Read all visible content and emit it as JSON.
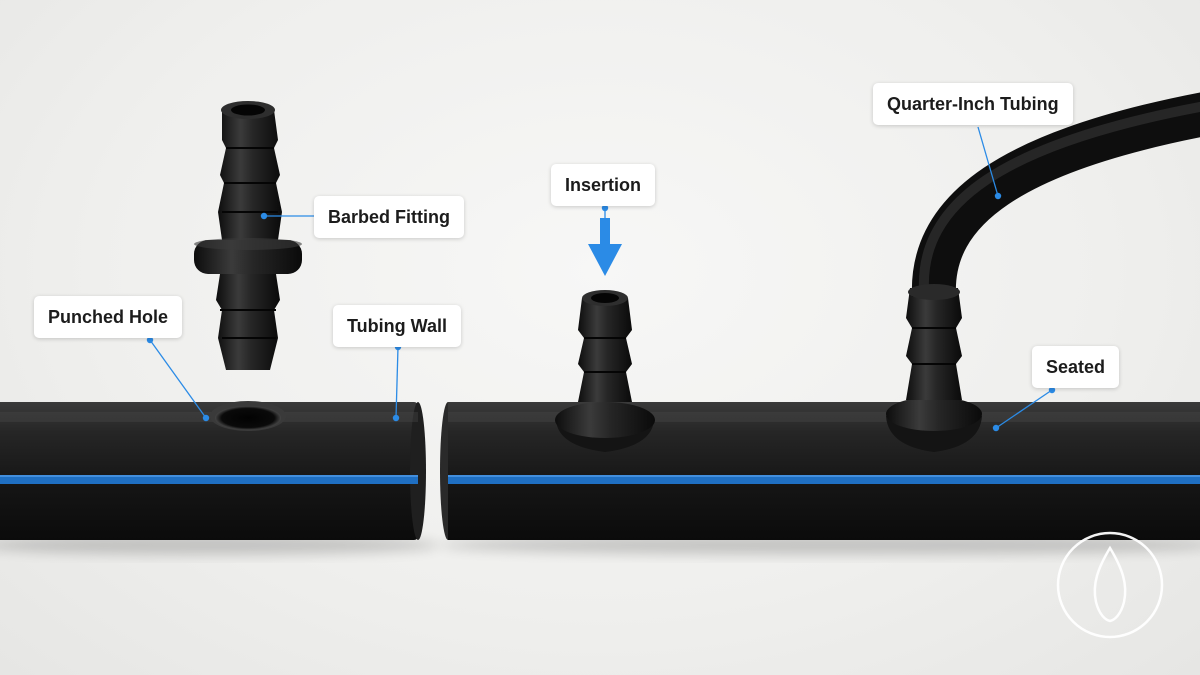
{
  "labels": {
    "barbed_fitting": "Barbed Fitting",
    "punched_hole": "Punched Hole",
    "tubing_wall": "Tubing Wall",
    "insertion": "Insertion",
    "quarter_inch_tubing": "Quarter-Inch Tubing",
    "seated": "Seated"
  },
  "icons": [
    "down-arrow-icon",
    "drop-logo-icon"
  ],
  "colors": {
    "tubing": "#1b1b1b",
    "stripe": "#1f6fc2",
    "accent": "#2b8be6",
    "background": "#efefed"
  }
}
